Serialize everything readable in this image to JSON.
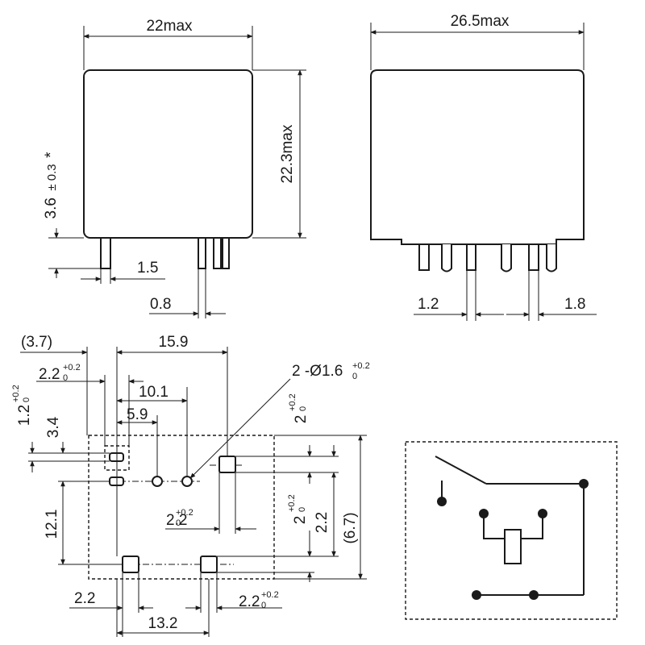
{
  "side_view": {
    "width_label": "22max",
    "height_label": "22.3max",
    "pin_length_label": "3.6",
    "pin_length_tol": "± 0.3",
    "pin_length_note": "*",
    "pin_width_label": "1.5",
    "pin_thickness_label": "0.8"
  },
  "front_view": {
    "width_label": "26.5max",
    "pin_gap_left_label": "1.2",
    "pin_gap_right_label": "1.8"
  },
  "footprint": {
    "dim_3_7": "(3.7)",
    "dim_15_9": "15.9",
    "dim_2_2_top_base": "2.2",
    "dim_2_2_top_tol_upper": "+0.2",
    "dim_2_2_top_tol_lower": "0",
    "dim_10_1": "10.1",
    "dim_5_9": "5.9",
    "dim_1_2_base": "1.2",
    "dim_1_2_tol_upper": "+0.2",
    "dim_1_2_tol_lower": "0",
    "dim_3_4": "3.4",
    "dim_12_1": "12.1",
    "hole_callout_prefix": "2 -Ø1.6",
    "hole_callout_tol_upper": "+0.2",
    "hole_callout_tol_lower": "0",
    "dim_2_right_base": "2",
    "dim_2_right_tol_upper": "+0.2",
    "dim_2_right_tol_lower": "0",
    "dim_2_mid_base": "2",
    "dim_2_mid_tol_upper": "+0.2",
    "dim_2_mid_tol_lower": "0",
    "dim_2_2_right_base": "2.2",
    "dim_2_2_right_tol_upper": "+0.2",
    "dim_2_2_right_tol_lower": "0",
    "dim_2_2_vert": "2.2",
    "dim_6_7": "(6.7)",
    "dim_2_2_bottom_left": "2.2",
    "dim_2_2_bottom_right_base": "2.2",
    "dim_2_2_bottom_right_tol_upper": "+0.2",
    "dim_2_2_bottom_right_tol_lower": "0",
    "dim_13_2": "13.2"
  }
}
